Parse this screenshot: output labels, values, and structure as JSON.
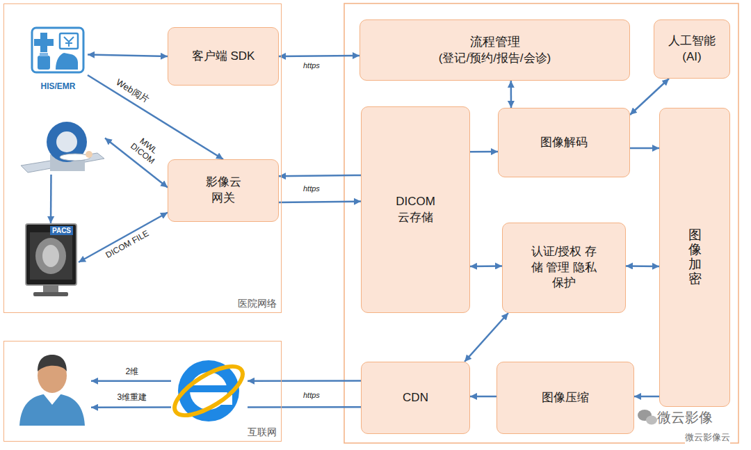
{
  "diagram": {
    "nodes": [
      {
        "text": [
          "医院网络"
        ]
      },
      {
        "text": [
          "HIS/EMR"
        ],
        "in": 0
      },
      {
        "text": [
          "客户端 SDK"
        ],
        "in": 0
      },
      {
        "text": [],
        "in": 0
      },
      {
        "text": [
          "影像云 网关"
        ],
        "in": 0
      },
      {
        "text": [
          "PACS"
        ],
        "in": 0
      },
      {
        "text": [
          "互联网"
        ]
      },
      {
        "text": [],
        "in": 6
      },
      {
        "text": [],
        "in": 6
      },
      {
        "text": [
          "流程管理",
          "(登记/预约/报告/会诊)"
        ]
      },
      {
        "text": [
          "人工智能 (AI)"
        ]
      },
      {
        "text": [
          "DICOM 云存储"
        ]
      },
      {
        "text": [
          "图像解码"
        ]
      },
      {
        "text": [
          "图像加密"
        ]
      },
      {
        "text": [
          "认证/授权 存储 管理 隐私 保护"
        ]
      },
      {
        "text": [
          "CDN"
        ]
      },
      {
        "text": [
          "图像压缩"
        ]
      }
    ],
    "edges": [
      {
        "from": 1,
        "to": 2,
        "arrow": "both"
      },
      {
        "from": 1,
        "to": 4,
        "arrow": "to",
        "label": "Web阅片"
      },
      {
        "from": 2,
        "to": 9,
        "arrow": "both",
        "label": "https"
      },
      {
        "from": 3,
        "to": 4,
        "arrow": "both",
        "label": "MWL DICOM"
      },
      {
        "from": 3,
        "to": 5,
        "arrow": "to"
      },
      {
        "from": 4,
        "to": 5,
        "arrow": "both",
        "label": "DICOM FILE"
      },
      {
        "from": 11,
        "to": 4,
        "arrow": "to"
      },
      {
        "from": 4,
        "to": 11,
        "arrow": "to",
        "label": "https"
      },
      {
        "from": 8,
        "to": 7,
        "arrow": "to",
        "label": "2维"
      },
      {
        "from": 8,
        "to": 7,
        "arrow": "to",
        "label": "3维重建"
      },
      {
        "from": 15,
        "to": 8,
        "arrow": "to"
      },
      {
        "from": 8,
        "to": 15,
        "arrow": "to",
        "label": "https"
      },
      {
        "from": 9,
        "to": 12,
        "arrow": "both"
      },
      {
        "from": 11,
        "to": 12,
        "arrow": "to"
      },
      {
        "from": 12,
        "to": 10,
        "arrow": "both"
      },
      {
        "from": 12,
        "to": 13,
        "arrow": "to"
      },
      {
        "from": 11,
        "to": 14,
        "arrow": "both"
      },
      {
        "from": 14,
        "to": 13,
        "arrow": "both"
      },
      {
        "from": 14,
        "to": 15,
        "arrow": "both"
      },
      {
        "from": 13,
        "to": 16,
        "arrow": "to"
      },
      {
        "from": 16,
        "to": 15,
        "arrow": "to"
      }
    ],
    "labels": [
      "微云影像",
      "微云影像云"
    ]
  }
}
